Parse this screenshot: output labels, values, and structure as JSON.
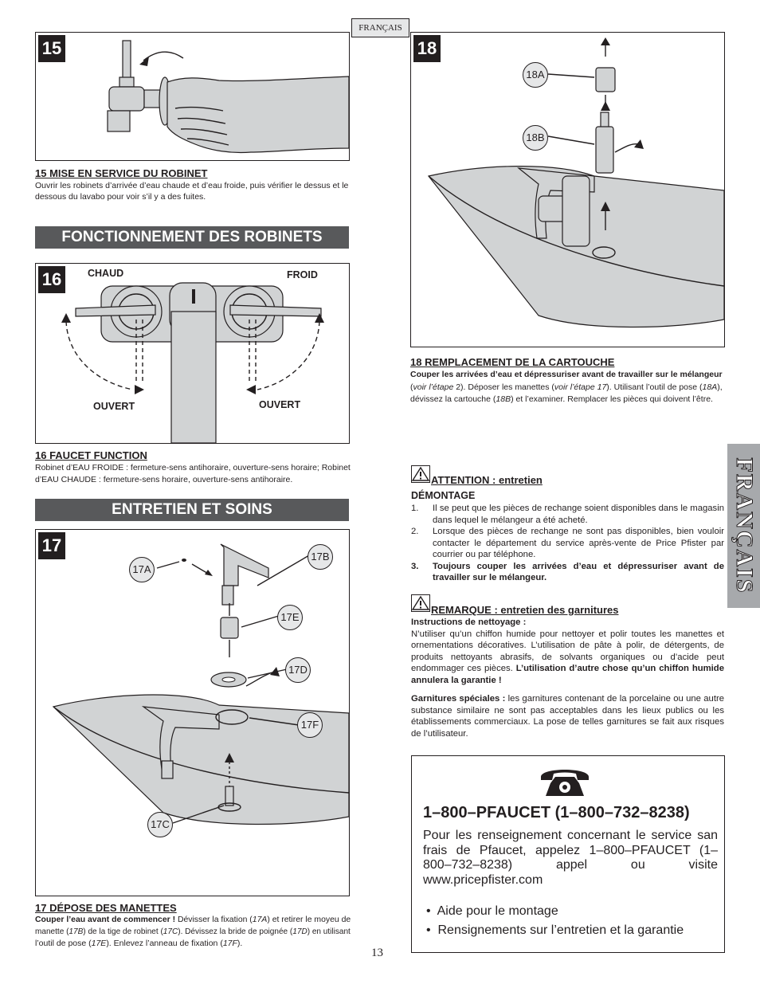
{
  "language_tag": "FRANÇAIS",
  "side_tab": "FRANÇAIS",
  "page_number": "13",
  "sections": {
    "operation": "FONCTIONNEMENT DES ROBINETS",
    "care": "ENTRETIEN ET SOINS"
  },
  "step15": {
    "number": "15",
    "title": "15  MISE EN SERVICE DU ROBINET",
    "text_line1": "Ouvrir les robinets d’arrivée d’eau chaude et d’eau froide, puis vérifier le dessus et le",
    "text_line2": "dessous du lavabo pour voir s’il y a des fuites."
  },
  "step16": {
    "number": "16",
    "hot_label": "CHAUD",
    "cold_label": "FROID",
    "open_left": "OUVERT",
    "open_right": "OUVERT",
    "title": "16  FAUCET FUNCTION",
    "text_line1": "Robinet d’EAU FROIDE : fermeture-sens antihoraire, ouverture-sens horaire; Robinet",
    "text_line2": "d’EAU CHAUDE : fermeture-sens horaire, ouverture-sens antihoraire."
  },
  "step17": {
    "number": "17",
    "callouts": {
      "a": "17A",
      "b": "17B",
      "c": "17C",
      "d": "17D",
      "e": "17E",
      "f": "17F"
    },
    "title": "17  DÉPOSE DES MANETTES",
    "line1": {
      "bold": "Couper l’eau avant de commencer !",
      "t1": "  Dévisser la fixation (",
      "i1": "17A",
      "t2": ") et retirer le moyeu de"
    },
    "line2": {
      "t1": "manette (",
      "i1": "17B",
      "t2": ") de la tige de robinet (",
      "i2": "17C",
      "t3": "). Dévissez la bride de poignée (",
      "i3": "17D",
      "t4": ") en utilisant"
    },
    "line3": {
      "t1": "l’outil de pose (",
      "i1": "17E",
      "t2": "). Enlevez l’anneau de fixation (",
      "i2": "17F",
      "t3": ")."
    }
  },
  "step18": {
    "number": "18",
    "callouts": {
      "a": "18A",
      "b": "18B"
    },
    "title": "18  REMPLACEMENT DE LA CARTOUCHE",
    "line1": {
      "bold": "Couper les arrivées d’eau et dépressuriser avant de travailler sur le mélangeur"
    },
    "line2": {
      "t1": "(",
      "i1": "voir l’étape",
      "t2": " 2). Déposer les manettes (",
      "i2": "voir l’étape 17",
      "t3": "). Utilisant l’outil de pose (",
      "i3": "18A",
      "t4": "),"
    },
    "line3": {
      "t1": "dévissez la cartouche (",
      "i1": "18B",
      "t2": ") et l’examiner. Remplacer les pièces qui doivent l’être."
    }
  },
  "attention": {
    "title": " ATTENTION : entretien",
    "subtitle": "DÉMONTAGE",
    "items": [
      {
        "n": "1.",
        "text": "Il se peut que les pièces de rechange soient disponibles dans le magasin dans lequel le mélangeur a été acheté."
      },
      {
        "n": "2.",
        "text": "Lorsque des pièces de rechange ne sont pas disponibles, bien vouloir contacter le département du service après-vente de Price Pfister par courrier ou par téléphone."
      },
      {
        "n": "3.",
        "text": "Toujours couper les arrivées d’eau et dépressuriser avant de travailler sur le mélangeur."
      }
    ]
  },
  "remarque": {
    "title": " REMARQUE : entretien des garnitures",
    "cleaning_heading": "Instructions de nettoyage :",
    "cleaning_text": "N’utiliser qu’un chiffon humide pour nettoyer et polir toutes les manettes et ornementations décoratives. L’utilisation de pâte à polir, de détergents, de produits nettoyants abrasifs, de solvants organiques ou d’acide peut endommager ces pièces. ",
    "cleaning_bold": "L’utilisation d’autre chose qu’un chiffon humide annulera la garantie !",
    "special_heading": "Garnitures spéciales :",
    "special_text": " les garnitures contenant de la porcelaine ou une autre substance similaire ne sont pas acceptables dans les lieux publics ou les établissements commerciaux. La pose de telles garnitures se fait aux risques de l’utilisateur."
  },
  "phone": {
    "number": "1–800–PFAUCET (1–800–732–8238)",
    "info": "Pour les renseignement concernant le service san frais de Pfaucet, appelez 1–800–PFAUCET (1–800–732–8238) appel ou visite www.pricepfister.com",
    "bullets": [
      "Aide pour le montage",
      "Rensignements sur l’entretien et la garantie"
    ]
  }
}
